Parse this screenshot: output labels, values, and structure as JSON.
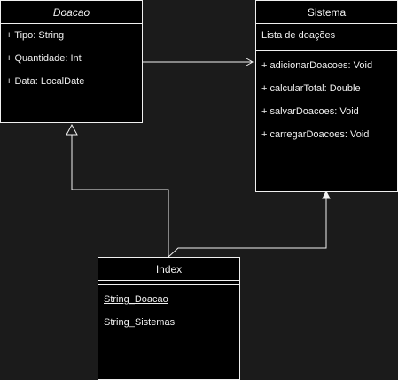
{
  "diagram": {
    "classes": {
      "doacao": {
        "name": "Doacao",
        "attributes": [
          "+ Tipo: String",
          "+ Quantidade: Int",
          "+ Data: LocalDate"
        ]
      },
      "sistema": {
        "name": "Sistema",
        "attributes": [
          "Lista de doações"
        ],
        "methods": [
          "+ adicionarDoacoes: Void",
          "+ calcularTotal: Double",
          "+ salvarDoacoes: Void",
          "+ carregarDoacoes: Void"
        ]
      },
      "index": {
        "name": "Index",
        "attributes": [
          "String_Doacao",
          "String_Sistemas"
        ]
      }
    },
    "colors": {
      "background": "#1b1b1b",
      "box_fill": "#000000",
      "stroke": "#f0f0f0"
    }
  }
}
